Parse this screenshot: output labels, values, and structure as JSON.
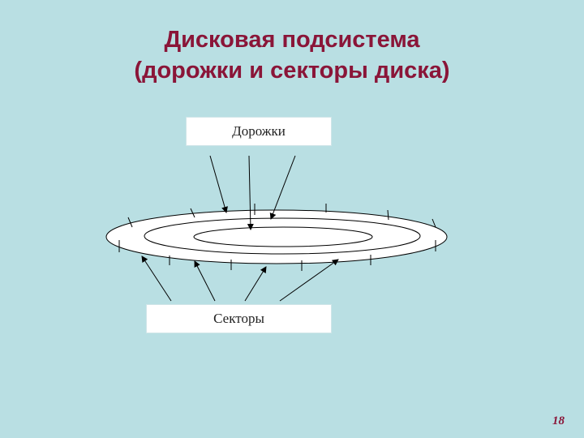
{
  "slide": {
    "title_line1": "Дисковая подсистема",
    "title_line2": "(дорожки и секторы диска)",
    "tracks_label": "Дорожки",
    "sectors_label": "Секторы",
    "page_number": "18"
  },
  "colors": {
    "background": "#b9dfe3",
    "title": "#8a1538",
    "disk": "#ffffff",
    "stroke": "#000000"
  }
}
